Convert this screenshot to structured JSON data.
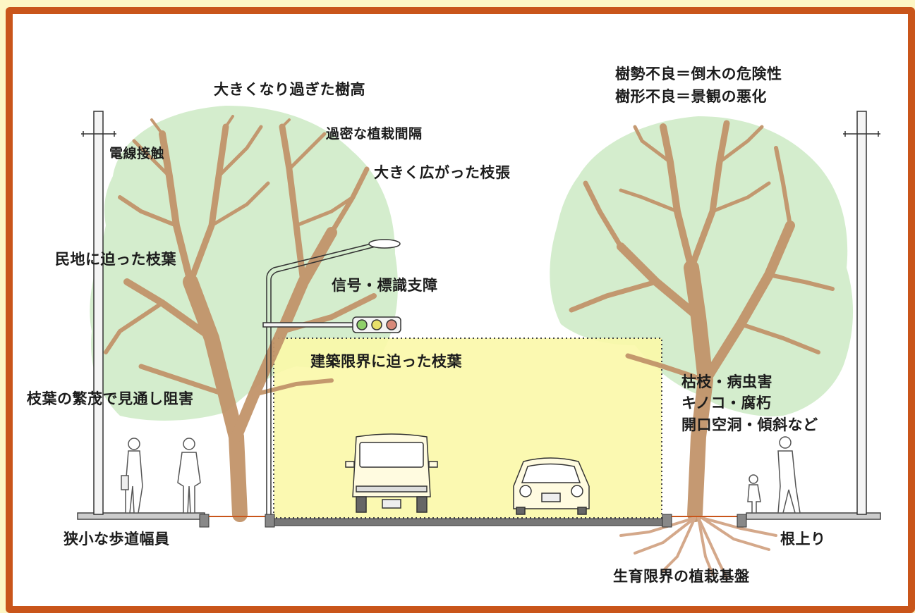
{
  "colors": {
    "frame": "#c9551a",
    "background": "#fdf6c4",
    "canopy": "#cdeac4",
    "trunk": "#c2946a",
    "clearance_zone": "#fbf8a8",
    "clearance_border": "#444444",
    "road": "#777777",
    "signal_green": "#8fd06a",
    "signal_yellow": "#e8e06a",
    "signal_red": "#d88a7a"
  },
  "labels": {
    "too_tall": "大きくなり過ぎた樹高",
    "dense_planting": "過密な植栽間隔",
    "wire_contact": "電線接触",
    "wide_branches": "大きく広がった枝張",
    "private_land": "民地に迫った枝葉",
    "signal_obstruction": "信号・標識支障",
    "clearance_limit": "建築限界に迫った枝葉",
    "visibility": "枝葉の繁茂で見通し阻害",
    "narrow_sidewalk": "狭小な歩道幅員",
    "vigor": "樹勢不良＝倒木の危険性",
    "form": "樹形不良＝景観の悪化",
    "defects": "枯枝・病虫害\nキノコ・腐朽\n開口空洞・傾斜など",
    "root_lift": "根上り",
    "base_limit": "生育限界の植栽基盤"
  },
  "icons": {
    "utility_pole": "utility-pole-icon",
    "street_lamp": "street-lamp-icon",
    "traffic_signal": "traffic-signal-icon",
    "truck": "truck-icon",
    "car": "car-icon",
    "pedestrian": "pedestrian-icon"
  }
}
